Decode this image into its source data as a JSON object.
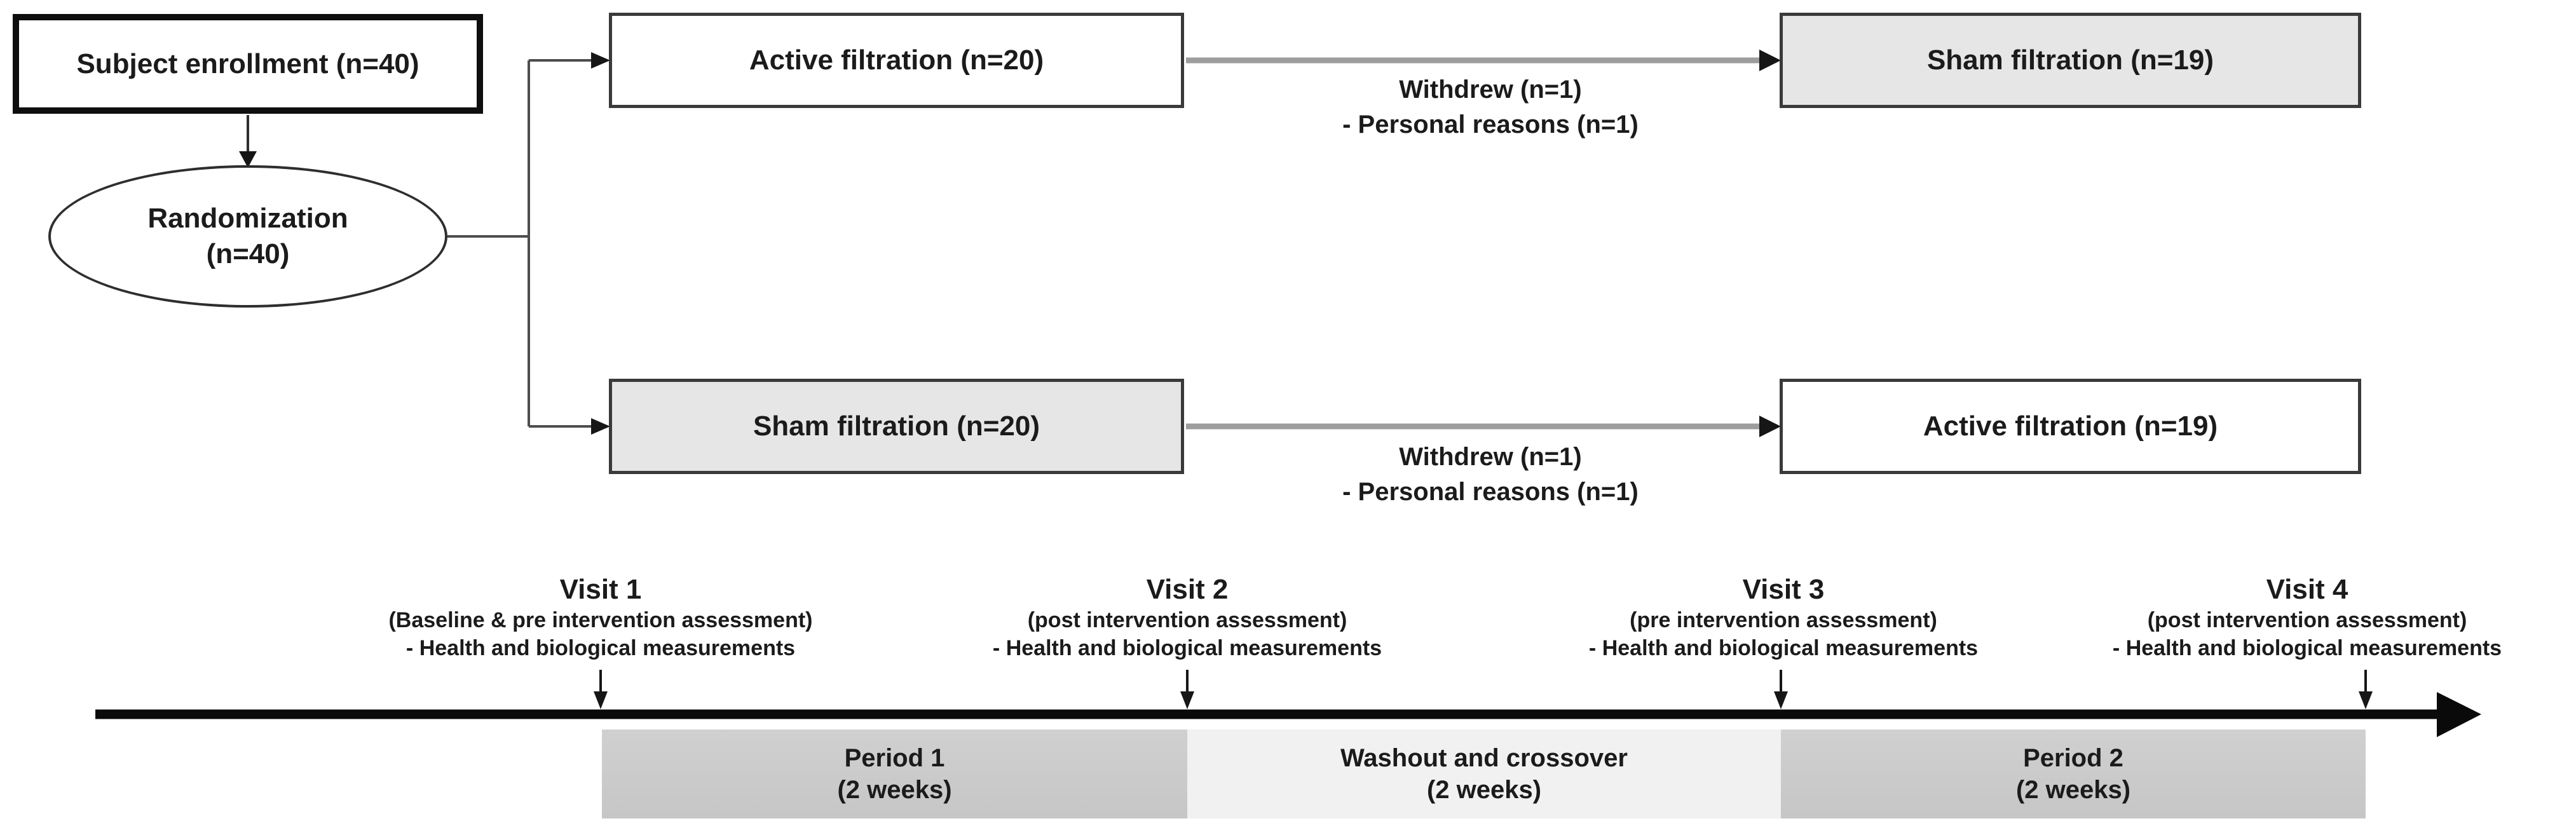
{
  "flowchart": {
    "enrollment_label": "Subject enrollment (n=40)",
    "randomization_line1": "Randomization",
    "randomization_line2": "(n=40)",
    "period1_top_label": "Active filtration (n=20)",
    "period1_bottom_label": "Sham filtration (n=20)",
    "period2_top_label": "Sham filtration (n=19)",
    "period2_bottom_label": "Active filtration (n=19)",
    "withdrew_top": {
      "line1": "Withdrew (n=1)",
      "line2": "- Personal reasons (n=1)"
    },
    "withdrew_bottom": {
      "line1": "Withdrew (n=1)",
      "line2": "- Personal reasons (n=1)"
    }
  },
  "timeline": {
    "visits": [
      {
        "title": "Visit 1",
        "subtitle": "(Baseline & pre intervention assessment)",
        "detail": "- Health and biological measurements"
      },
      {
        "title": "Visit 2",
        "subtitle": "(post intervention assessment)",
        "detail": "- Health and biological measurements"
      },
      {
        "title": "Visit 3",
        "subtitle": "(pre intervention assessment)",
        "detail": "- Health and biological measurements"
      },
      {
        "title": "Visit 4",
        "subtitle": "(post intervention assessment)",
        "detail": "- Health and biological measurements"
      }
    ],
    "periods": [
      {
        "line1": "Period 1",
        "line2": "(2 weeks)"
      },
      {
        "line1": "Washout and crossover",
        "line2": "(2 weeks)"
      },
      {
        "line1": "Period 2",
        "line2": "(2 weeks)"
      }
    ]
  },
  "colors": {
    "background": "#ffffff",
    "text": "#1b1b1b",
    "enrollment_border": "#0e0e0e",
    "box_border": "#3a3a3a",
    "white_box_fill": "#ffffff",
    "gray_box_fill": "#e6e6e6",
    "period_fill": "#cacaca",
    "washout_fill": "#f1f1f1",
    "flow_arrow_gray": "#9d9d9d",
    "connector_dark": "#4d4d4d",
    "timeline_black": "#0a0a0a"
  }
}
